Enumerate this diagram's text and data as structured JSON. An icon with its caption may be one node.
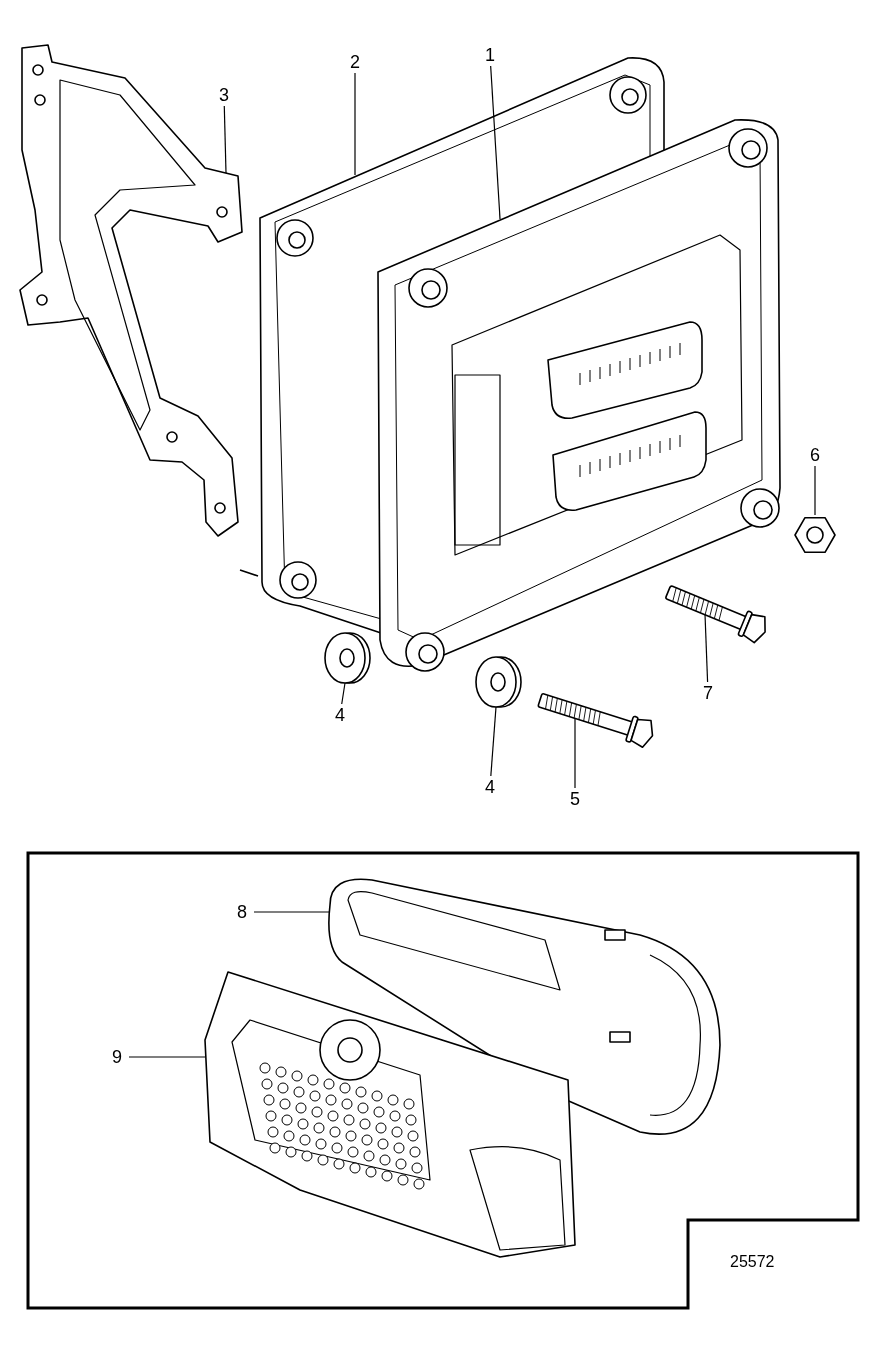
{
  "diagram": {
    "nodes": [
      {
        "text": [
          "1"
        ]
      },
      {
        "text": [
          "2"
        ]
      },
      {
        "text": [
          "3"
        ]
      },
      {
        "text": [
          "6"
        ]
      },
      {
        "text": [
          "4"
        ]
      },
      {
        "text": [
          "4"
        ]
      },
      {
        "text": [
          "7"
        ]
      },
      {
        "text": [
          "5"
        ]
      },
      {
        "text": [
          "8"
        ]
      },
      {
        "text": [
          "9"
        ]
      },
      {
        "text": [],
        "shape": "picture"
      },
      {
        "text": [],
        "shape": "picture"
      },
      {
        "text": [],
        "shape": "picture"
      },
      {
        "text": [],
        "shape": "picture"
      },
      {
        "text": [],
        "shape": "picture"
      },
      {
        "text": [],
        "shape": "picture"
      },
      {
        "text": [],
        "shape": "picture"
      },
      {
        "text": [],
        "shape": "picture"
      },
      {
        "text": [],
        "shape": "picture"
      },
      {
        "text": [],
        "shape": "picture"
      }
    ],
    "edges": [
      {
        "from": 0,
        "to": 10,
        "arrow": "none"
      },
      {
        "from": 1,
        "to": 11,
        "arrow": "none"
      },
      {
        "from": 2,
        "to": 12,
        "arrow": "none"
      },
      {
        "from": 3,
        "to": 13,
        "arrow": "none"
      },
      {
        "from": 4,
        "to": 14,
        "arrow": "none"
      },
      {
        "from": 5,
        "to": 15,
        "arrow": "none"
      },
      {
        "from": 6,
        "to": 16,
        "arrow": "none"
      },
      {
        "from": 7,
        "to": 17,
        "arrow": "none"
      },
      {
        "from": 8,
        "to": 18,
        "arrow": "none"
      },
      {
        "from": 9,
        "to": 19,
        "arrow": "none"
      }
    ],
    "labels": [
      "25572"
    ]
  }
}
